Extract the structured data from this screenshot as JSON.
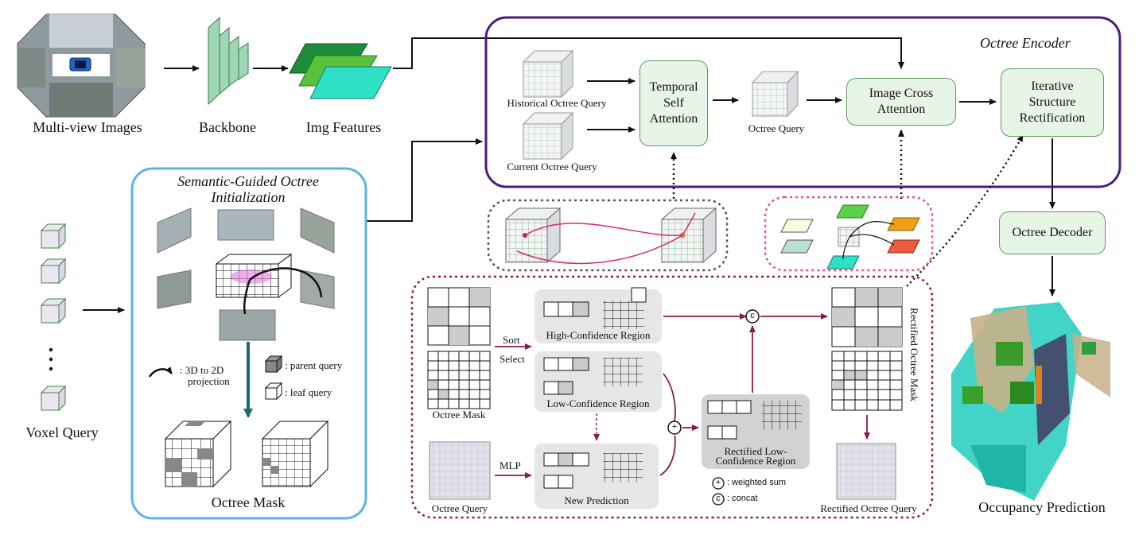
{
  "inputs": {
    "multiview": "Multi-view Images",
    "backbone": "Backbone",
    "img_features": "Img Features",
    "voxel_query": "Voxel Query"
  },
  "init": {
    "title_line1": "Semantic-Guided Octree",
    "title_line2": "Initialization",
    "projection_line1": ": 3D to 2D",
    "projection_line2": "projection",
    "parent_query": ": parent query",
    "leaf_query": ": leaf query",
    "octree_mask": "Octree Mask"
  },
  "encoder": {
    "title": "Octree Encoder",
    "historical_query": "Historical Octree Query",
    "current_query": "Current Octree Query",
    "temporal_line1": "Temporal",
    "temporal_line2": "Self",
    "temporal_line3": "Attention",
    "octree_query": "Octree Query",
    "cross_line1": "Image Cross",
    "cross_line2": "Attention",
    "isr_line1": "Iterative",
    "isr_line2": "Structure",
    "isr_line3": "Rectification"
  },
  "decoder": {
    "label": "Octree Decoder",
    "output": "Occupancy Prediction"
  },
  "rectification": {
    "octree_mask": "Octree Mask",
    "octree_query": "Octree Query",
    "sort": "Sort",
    "select": "Select",
    "mlp": "MLP",
    "high_conf": "High-Confidence Region",
    "low_conf": "Low-Confidence Region",
    "new_pred": "New Prediction",
    "rect_low_line1": "Rectified Low-",
    "rect_low_line2": "Confidence Region",
    "weighted_sum": ": weighted sum",
    "concat": ": concat",
    "concat_symbol": "c",
    "plus_symbol": "+",
    "rect_mask": "Rectified Octree Mask",
    "rect_query": "Rectified Octree Query"
  }
}
